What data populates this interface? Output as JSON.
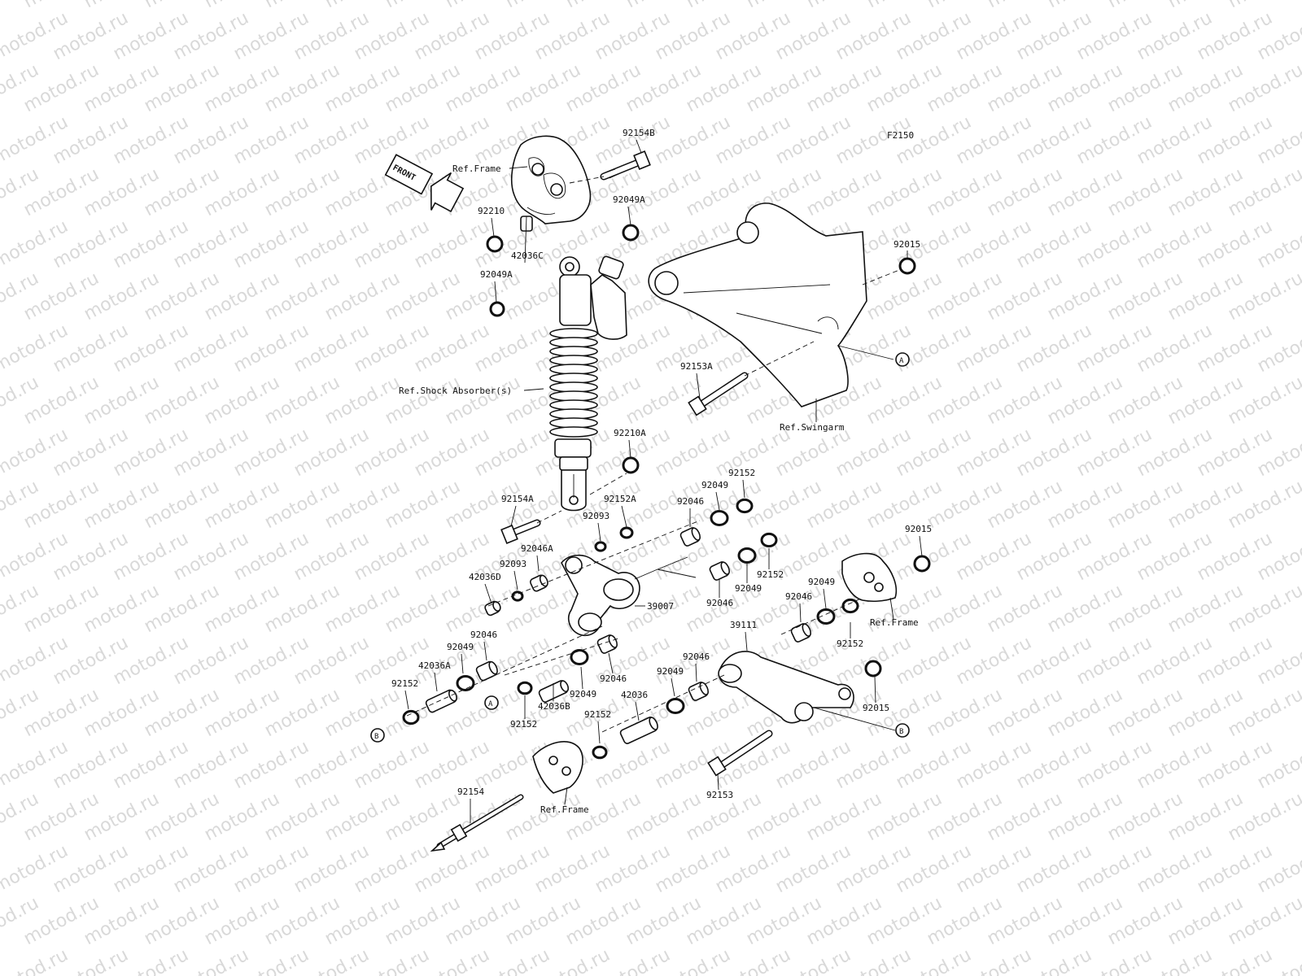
{
  "watermark": "motod.ru",
  "figure_code": "F2150",
  "front_marker": "FRONT",
  "reference_circles": {
    "a": "A",
    "b": "B"
  },
  "part_labels": {
    "p92154B": "92154B",
    "ref_frame_top": "Ref.Frame",
    "p92210": "92210",
    "p92049A_top": "92049A",
    "p42036C": "42036C",
    "p92049A_left": "92049A",
    "ref_shock": "Ref.Shock Absorber(s)",
    "p92015_top": "92015",
    "p92153A": "92153A",
    "ref_swingarm": "Ref.Swingarm",
    "p92210A": "92210A",
    "p92154A": "92154A",
    "p92152A": "92152A",
    "p92093_a": "92093",
    "p92046A": "92046A",
    "p92093_b": "92093",
    "p42036D": "42036D",
    "p92152_r1": "92152",
    "p92049_r1": "92049",
    "p92046_r1": "92046",
    "p92152_r2": "92152",
    "p92049_r2": "92049",
    "p92046_r2": "92046",
    "p39007": "39007",
    "p92015_right": "92015",
    "p92049_r3": "92049",
    "p92046_r3": "92046",
    "ref_frame_right": "Ref.Frame",
    "p92152_r3": "92152",
    "p39111": "39111",
    "p92046_l1": "92046",
    "p92049_l1": "92049",
    "p42036A": "42036A",
    "p92152_l1": "92152",
    "p42036B": "42036B",
    "p92049_l2": "92049",
    "p92046_l2": "92046",
    "p92152_l2": "92152",
    "p92046_m": "92046",
    "p92049_m": "92049",
    "p42036": "42036",
    "p92152_m": "92152",
    "p92015_low": "92015",
    "p92154": "92154",
    "ref_frame_bottom": "Ref.Frame",
    "p92153": "92153"
  }
}
